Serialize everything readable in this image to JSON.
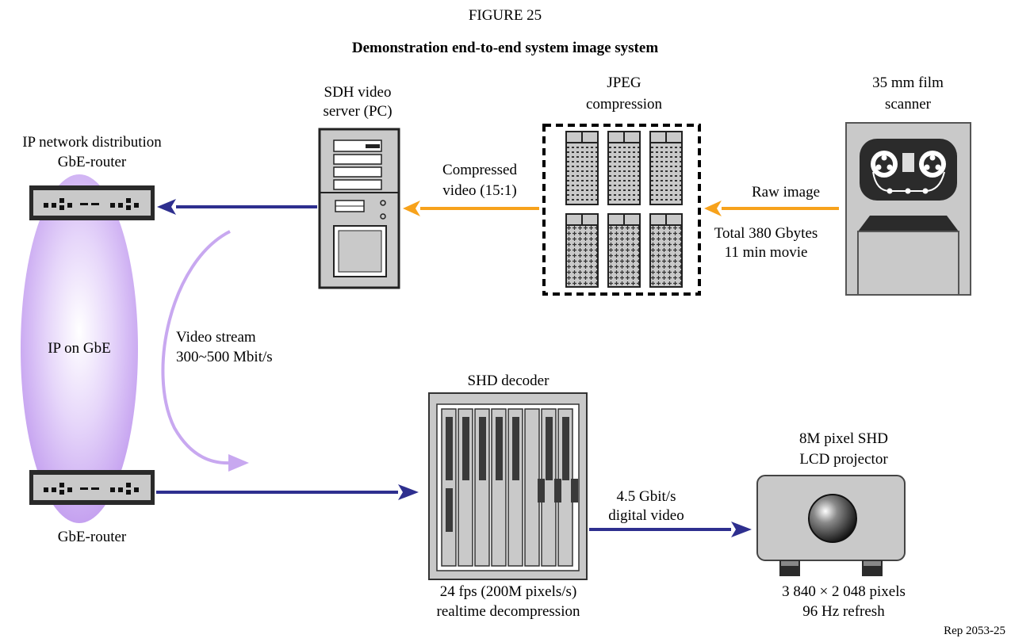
{
  "figure": {
    "number": "FIGURE 25",
    "title": "Demonstration end-to-end system image system",
    "ref": "Rep 2053-25"
  },
  "nodes": {
    "film_scanner": {
      "line1": "35 mm film",
      "line2": "scanner"
    },
    "jpeg": {
      "line1": "JPEG",
      "line2": "compression"
    },
    "video_server": {
      "line1": "SDH video",
      "line2": "server (PC)"
    },
    "distribution_router": {
      "line1": "IP network distribution",
      "line2": "GbE-router"
    },
    "ip_cloud": {
      "label": "IP on GbE"
    },
    "edge_router": {
      "label": "GbE-router"
    },
    "decoder": {
      "label": "SHD decoder",
      "note1": "24 fps (200M pixels/s)",
      "note2": "realtime decompression"
    },
    "projector": {
      "line1": "8M pixel SHD",
      "line2": "LCD projector",
      "note1": "3 840 × 2 048 pixels",
      "note2": "96 Hz refresh"
    }
  },
  "links": {
    "raw": {
      "line1": "Raw image",
      "line2": "Total 380 Gbytes",
      "line3": "11 min movie"
    },
    "compressed": {
      "line1": "Compressed",
      "line2": "video (15:1)"
    },
    "stream": {
      "line1": "Video stream",
      "line2": "300~500 Mbit/s"
    },
    "digital": {
      "line1": "4.5 Gbit/s",
      "line2": "digital video"
    }
  },
  "colors": {
    "orange_arrow": "#f7a21b",
    "blue_arrow": "#2e2f8f",
    "lavender_arrow": "#c8a8f0",
    "cloud": "#c9a6ef",
    "device_gray": "#c9c9c9",
    "device_dark": "#3a3a3a"
  }
}
